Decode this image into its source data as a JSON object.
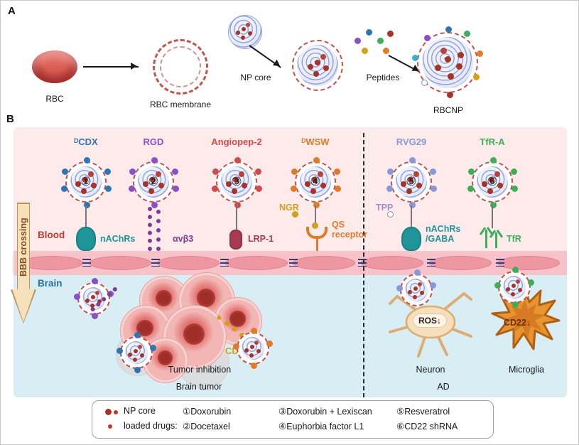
{
  "palette": {
    "blue": "#2e75b6",
    "purple": "#8950c9",
    "deep_purple": "#7d3c98",
    "red": "#d24b4b",
    "dark_red": "#a93226",
    "orange": "#e07b28",
    "gold": "#d4a017",
    "lavender": "#8a97d8",
    "pale_lavender": "#9a8fd8",
    "green": "#3fae5a",
    "teal": "#1d9599",
    "cyan": "#3ab0c9",
    "maroon": "#a63a50",
    "blood_red": "#c0392b",
    "brain_blue": "#2471a3",
    "bbb_brown": "#8a4b1f",
    "cd22_brown": "#6b2d05"
  },
  "panelA": {
    "label": "A",
    "rbc_label": "RBC",
    "membrane_label": "RBC membrane",
    "np_core_label": "NP core",
    "peptides_label": "Peptides",
    "rbcnp_label": "RBCNP"
  },
  "panelB": {
    "label": "B",
    "bbb_label": "BBB crossing",
    "blood_label": "Blood",
    "brain_label": "Brain",
    "columns": [
      {
        "name": "ᴰCDX",
        "num": "①",
        "color": "#2e75b6",
        "receptor": "nAChRs",
        "receptor_color": "#1d9599"
      },
      {
        "name": "RGD",
        "num": "②",
        "color": "#8950c9",
        "receptor": "αvβ3",
        "receptor_color": "#7d3c98"
      },
      {
        "name": "Angiopep-2",
        "num": "③",
        "color": "#d24b4b",
        "receptor": "LRP-1",
        "receptor_color": "#a63a50"
      },
      {
        "name": "ᴰWSW",
        "num": "④",
        "color": "#e07b28",
        "receptor": "QS receptor",
        "receptor_color": "#e07b28",
        "extra": "NGR",
        "extra_color": "#d4a017"
      },
      {
        "name": "RVG29",
        "num": "⑤",
        "color": "#8a97d8",
        "receptor": "nAChRs /GABA",
        "receptor_color": "#1d9599",
        "extra": "TPP",
        "extra_color": "#9a8fd8"
      },
      {
        "name": "TfR-A",
        "num": "⑥",
        "color": "#3fae5a",
        "receptor": "TfR",
        "receptor_color": "#3fae5a"
      }
    ],
    "tumor": {
      "cd13_label": "CD13",
      "inhibition_label": "Tumor inhibition",
      "section_label": "Brain tumor"
    },
    "ad": {
      "ros_label": "ROS↓",
      "neuron_label": "Neuron",
      "cd22_label": "CD22↓",
      "microglia_label": "Microglia",
      "section_label": "AD"
    }
  },
  "legend": {
    "np_core_label": "NP core",
    "loaded_drugs_label": "loaded drugs:",
    "items": [
      "①Doxorubin",
      "②Docetaxel",
      "③Doxorubin + Lexiscan",
      "④Euphorbia factor L1",
      "⑤Resveratrol",
      "⑥CD22 shRNA"
    ]
  }
}
